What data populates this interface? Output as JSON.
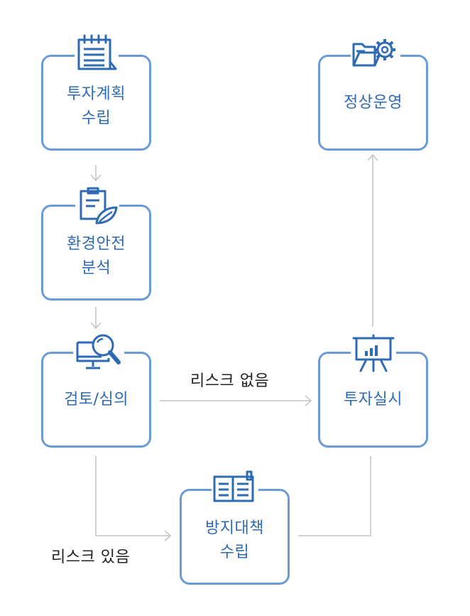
{
  "nodes": {
    "plan": {
      "line1": "투자계획",
      "line2": "수립",
      "icon": "calendar-icon"
    },
    "env": {
      "line1": "환경안전",
      "line2": "분석",
      "icon": "clipboard-leaf-icon"
    },
    "review": {
      "line1": "검토/심의",
      "icon": "monitor-magnifier-icon"
    },
    "execute": {
      "line1": "투자실시",
      "icon": "presentation-chart-icon"
    },
    "operate": {
      "line1": "정상운영",
      "icon": "folder-gear-icon"
    },
    "prevent": {
      "line1": "방지대책",
      "line2": "수립",
      "icon": "open-book-icon"
    }
  },
  "edges": {
    "no_risk": "리스크 없음",
    "has_risk": "리스크 있음"
  },
  "colors": {
    "box_border": "#6b9bd6",
    "label": "#2e6bb3",
    "icon": "#2e6bb3",
    "arrow": "#bdbdbd"
  }
}
